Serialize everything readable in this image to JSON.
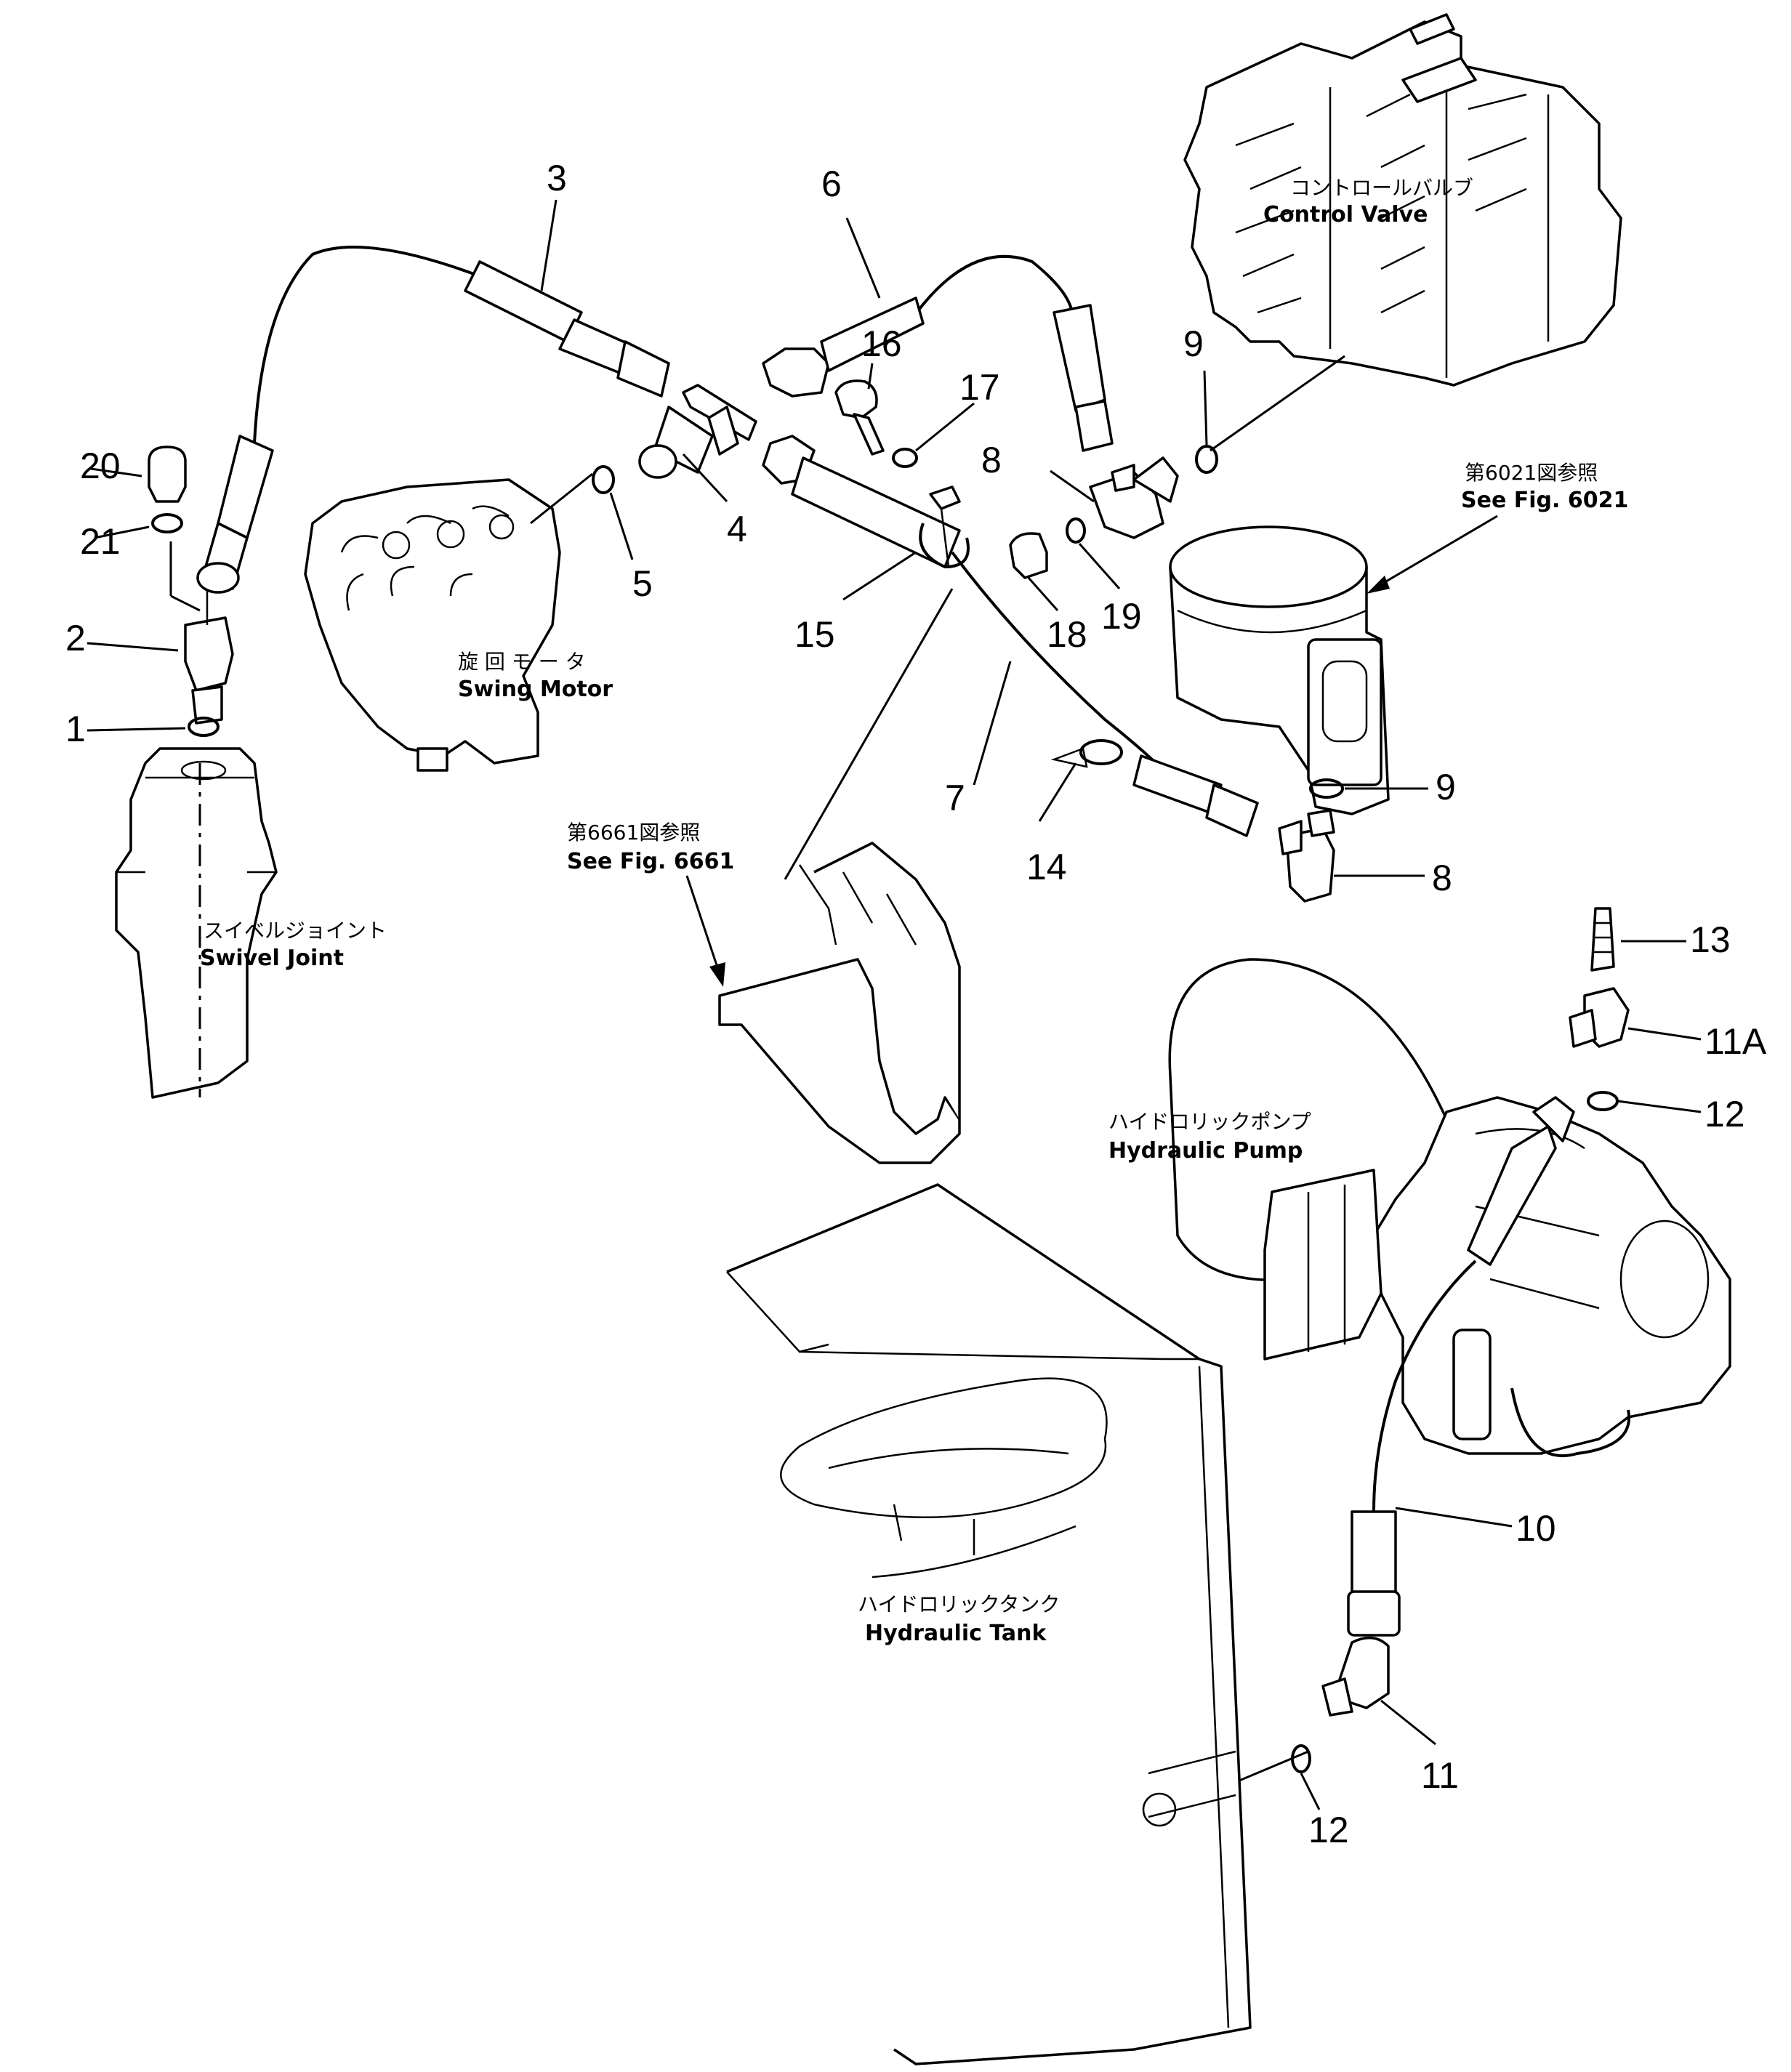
{
  "callouts": {
    "n1": "1",
    "n2": "2",
    "n3": "3",
    "n4": "4",
    "n5": "5",
    "n6": "6",
    "n7": "7",
    "n8a": "8",
    "n8b": "8",
    "n9a": "9",
    "n9b": "9",
    "n10": "10",
    "n11": "11",
    "n11a": "11A",
    "n12a": "12",
    "n12b": "12",
    "n13": "13",
    "n14": "14",
    "n15": "15",
    "n16": "16",
    "n17": "17",
    "n18": "18",
    "n19": "19",
    "n20": "20",
    "n21": "21"
  },
  "components": {
    "control_valve_jp": "コントロールバルブ",
    "control_valve_en": "Control  Valve",
    "swing_motor_jp": "旋 回 モ ー タ",
    "swing_motor_en": "Swing  Motor",
    "swivel_joint_jp": "スイベルジョイント",
    "swivel_joint_en": "Swivel  Joint",
    "hydraulic_pump_jp": "ハイドロリックポンプ",
    "hydraulic_pump_en": "Hydraulic  Pump",
    "hydraulic_tank_jp": "ハイドロリックタンク",
    "hydraulic_tank_en": "Hydraulic  Tank"
  },
  "references": {
    "fig6021_jp": "第6021図参照",
    "fig6021_en": "See  Fig.  6021",
    "fig6661_jp": "第6661図参照",
    "fig6661_en": "See  Fig.  6661"
  }
}
